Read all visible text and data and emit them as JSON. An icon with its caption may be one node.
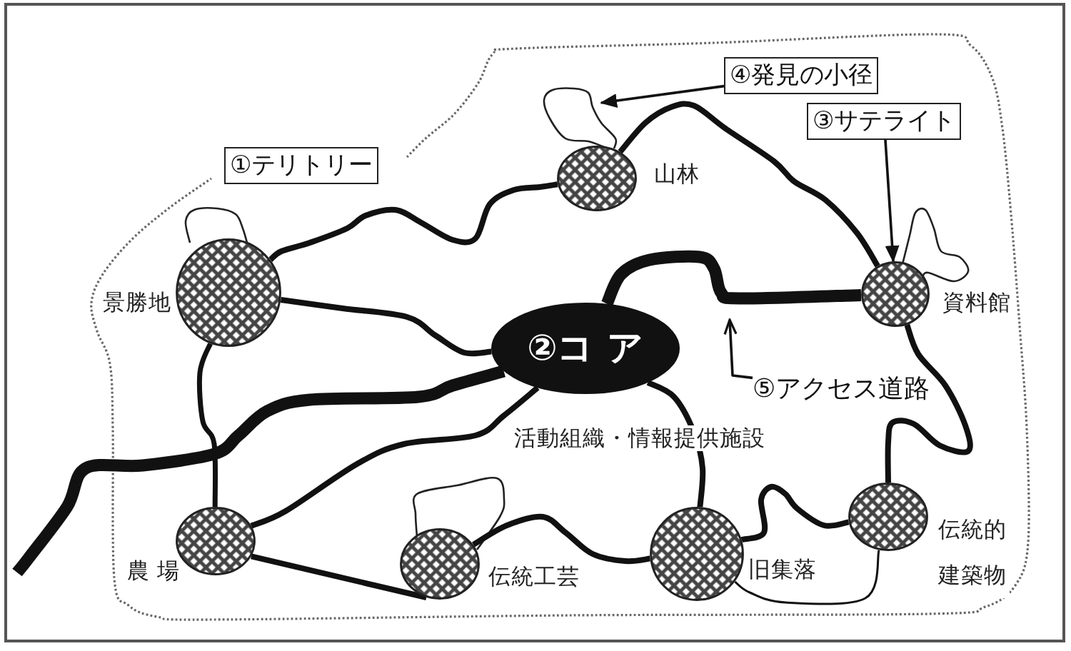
{
  "diagram": {
    "nodes": [
      {
        "text": [
          "④発見の小径"
        ]
      },
      {
        "text": [
          "③サテライト"
        ]
      },
      {
        "text": [
          "①テリトリー"
        ]
      },
      {
        "text": [],
        "shape": "circle",
        "beside": [
          "山林"
        ]
      },
      {
        "text": [],
        "shape": "circle",
        "beside": [
          "景勝地"
        ]
      },
      {
        "text": [],
        "shape": "circle",
        "beside": [
          "資料館"
        ]
      },
      {
        "text": [
          "②コ ア"
        ],
        "beside": [
          "活動組織・情報提供施設"
        ]
      },
      {
        "text": [
          "⑤アクセス道路"
        ]
      },
      {
        "text": [],
        "shape": "circle",
        "beside": [
          "農 場"
        ]
      },
      {
        "text": [],
        "shape": "circle",
        "beside": [
          "伝統工芸"
        ]
      },
      {
        "text": [],
        "shape": "circle",
        "beside": [
          "旧集落"
        ]
      },
      {
        "text": [],
        "shape": "circle",
        "beside": [
          "伝統的建築物"
        ]
      }
    ],
    "edges": [
      {
        "from": 0,
        "to": null,
        "arrow": "to"
      },
      {
        "from": 1,
        "to": 5,
        "arrow": "to"
      },
      {
        "from": 7,
        "to": null,
        "arrow": "to"
      },
      {
        "from": 4,
        "to": 3,
        "arrow": "none"
      },
      {
        "from": 3,
        "to": 5,
        "arrow": "none"
      },
      {
        "from": 4,
        "to": 6,
        "arrow": "none"
      },
      {
        "from": 6,
        "to": 5,
        "arrow": "none",
        "style": "thick"
      },
      {
        "from": null,
        "to": 6,
        "arrow": "none",
        "style": "thick"
      },
      {
        "from": 4,
        "to": 8,
        "arrow": "none"
      },
      {
        "from": 8,
        "to": 6,
        "arrow": "none"
      },
      {
        "from": 8,
        "to": 9,
        "arrow": "none"
      },
      {
        "from": 6,
        "to": 10,
        "arrow": "none"
      },
      {
        "from": 9,
        "to": 10,
        "arrow": "none"
      },
      {
        "from": 10,
        "to": 11,
        "arrow": "none"
      },
      {
        "from": 11,
        "to": 5,
        "arrow": "none"
      },
      {
        "from": 10,
        "to": 11,
        "arrow": "none"
      }
    ]
  }
}
